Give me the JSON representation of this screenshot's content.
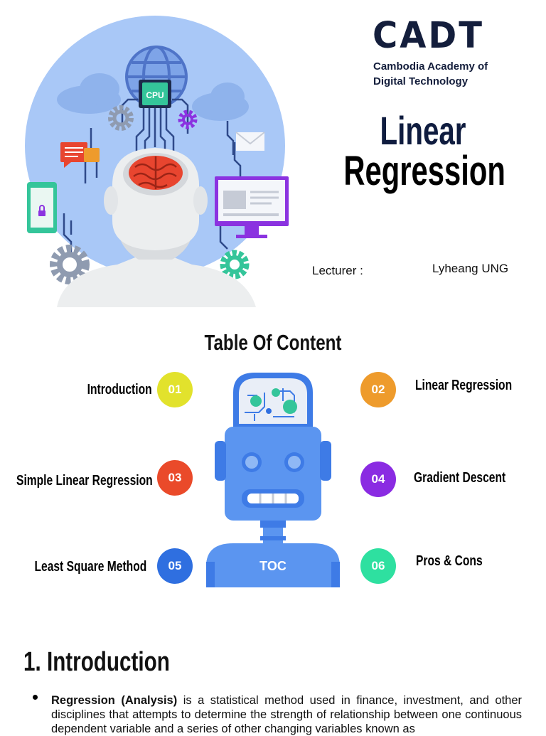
{
  "hero": {
    "chip_label": "CPU",
    "colors": {
      "backdrop": "#a9c8f7",
      "head": "#eceeef",
      "brain": "#e8452f",
      "circuit": "#2f4a8a",
      "monitor": "#8b33e0",
      "phone": "#34c59a",
      "gear_gray": "#8f9bb0",
      "gear_purple": "#8b33e0",
      "gear_green": "#34c59a"
    }
  },
  "brand": {
    "logo": "CADT",
    "line1": "Cambodia Academy of",
    "line2": "Digital Technology",
    "color": "#141e3c"
  },
  "title": {
    "line1": "Linear",
    "line2": "Regression"
  },
  "lecturer": {
    "label": "Lecturer :",
    "name": "Lyheang UNG"
  },
  "toc": {
    "title": "Table Of Content",
    "robot_label": "TOC",
    "items": [
      {
        "number": "01",
        "label": "Introduction",
        "color": "#e2e22c"
      },
      {
        "number": "02",
        "label": "Linear Regression",
        "color": "#ee9b2c"
      },
      {
        "number": "03",
        "label": "Simple Linear Regression",
        "color": "#ea4a2a"
      },
      {
        "number": "04",
        "label": "Gradient Descent",
        "color": "#8a2be2"
      },
      {
        "number": "05",
        "label": "Least Square Method",
        "color": "#2f6fe0"
      },
      {
        "number": "06",
        "label": "Pros & Cons",
        "color": "#2ee0a0"
      }
    ]
  },
  "section": {
    "heading": "1. Introduction",
    "bullet_bold": "Regression (Analysis)",
    "bullet_text": " is a statistical method used in finance, investment, and other disciplines that attempts to determine the strength of relationship between one continuous dependent variable and a series of other changing variables known as"
  }
}
